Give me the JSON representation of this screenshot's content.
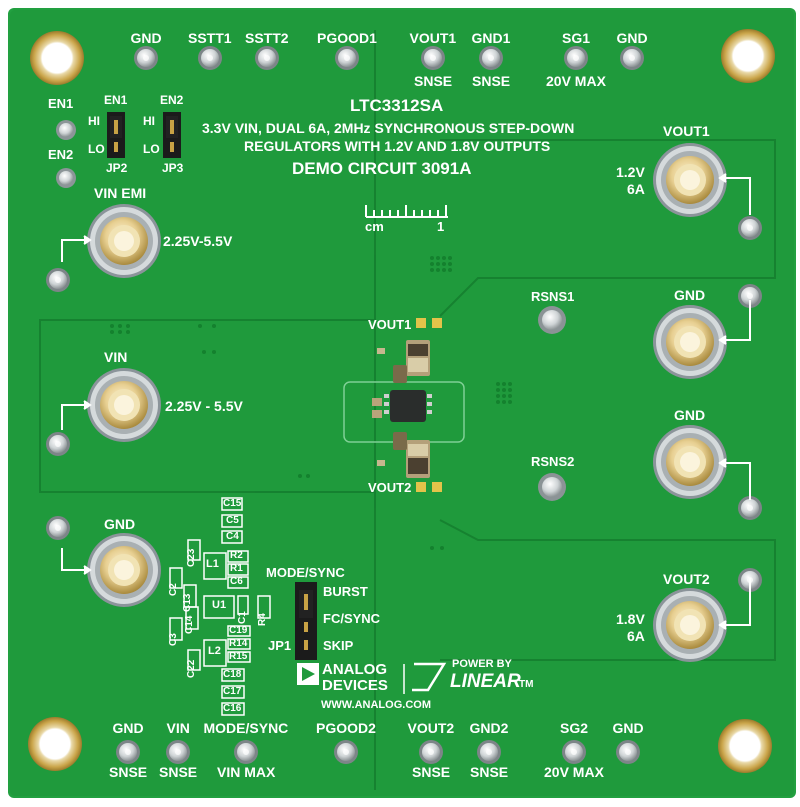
{
  "board": {
    "part": "LTC3312SA",
    "desc_line1": "3.3V VIN, DUAL 6A, 2MHz SYNCHRONOUS STEP-DOWN",
    "desc_line2": "REGULATORS WITH 1.2V AND 1.8V OUTPUTS",
    "demo": "DEMO CIRCUIT 3091A",
    "url": "WWW.ANALOG.COM",
    "ruler_unit": "cm",
    "ruler_mark": "1",
    "colors": {
      "pcb": "#1f9a3c",
      "trace": "#158a31",
      "silk": "#ffffff",
      "gold": "#d9b34a"
    }
  },
  "top_terminals": [
    {
      "line1": "GND",
      "line2": ""
    },
    {
      "line1": "SSTT1",
      "line2": ""
    },
    {
      "line1": "SSTT2",
      "line2": ""
    },
    {
      "line1": "PGOOD1",
      "line2": ""
    },
    {
      "line1": "VOUT1",
      "line2": "SNSE"
    },
    {
      "line1": "GND1",
      "line2": "SNSE"
    },
    {
      "line1": "SG1",
      "line2": "20V MAX"
    },
    {
      "line1": "GND",
      "line2": ""
    }
  ],
  "bottom_terminals": [
    {
      "line1": "GND",
      "line2": "SNSE"
    },
    {
      "line1": "VIN",
      "line2": "SNSE"
    },
    {
      "line1": "MODE/SYNC",
      "line2": "VIN MAX"
    },
    {
      "line1": "PGOOD2",
      "line2": ""
    },
    {
      "line1": "VOUT2",
      "line2": "SNSE"
    },
    {
      "line1": "GND2",
      "line2": "SNSE"
    },
    {
      "line1": "SG2",
      "line2": "20V MAX"
    },
    {
      "line1": "GND",
      "line2": ""
    }
  ],
  "left": {
    "en1": "EN1",
    "en2": "EN2",
    "jp2": {
      "top": "EN1",
      "hi": "HI",
      "lo": "LO",
      "name": "JP2"
    },
    "jp3": {
      "top": "EN2",
      "hi": "HI",
      "lo": "LO",
      "name": "JP3"
    },
    "vin_emi": "VIN EMI",
    "vin_emi_range": "2.25V-5.5V",
    "vin": "VIN",
    "vin_range": "2.25V - 5.5V",
    "gnd": "GND"
  },
  "right": {
    "vout1": "VOUT1",
    "vout1_v": "1.2V",
    "vout1_a": "6A",
    "gnd_a": "GND",
    "gnd_b": "GND",
    "vout2": "VOUT2",
    "vout2_v": "1.8V",
    "vout2_a": "6A",
    "rsns1": "RSNS1",
    "rsns2": "RSNS2"
  },
  "center": {
    "vout1_test": "VOUT1",
    "vout2_test": "VOUT2"
  },
  "mode_jumper": {
    "title": "MODE/SYNC",
    "burst": "BURST",
    "fcsync": "FC/SYNC",
    "skip": "SKIP",
    "name": "JP1"
  },
  "components": [
    "C15",
    "C5",
    "C4",
    "C23",
    "L1",
    "R2",
    "R1",
    "C6",
    "C2",
    "C13",
    "U1",
    "C1",
    "R4",
    "C14",
    "C3",
    "C19",
    "R14",
    "L2",
    "R15",
    "C22",
    "C18",
    "C17",
    "C16"
  ],
  "logos": {
    "analog_1": "ANALOG",
    "analog_2": "DEVICES",
    "power_by": "POWER BY",
    "linear": "LINEAR",
    "tm": "TM"
  }
}
